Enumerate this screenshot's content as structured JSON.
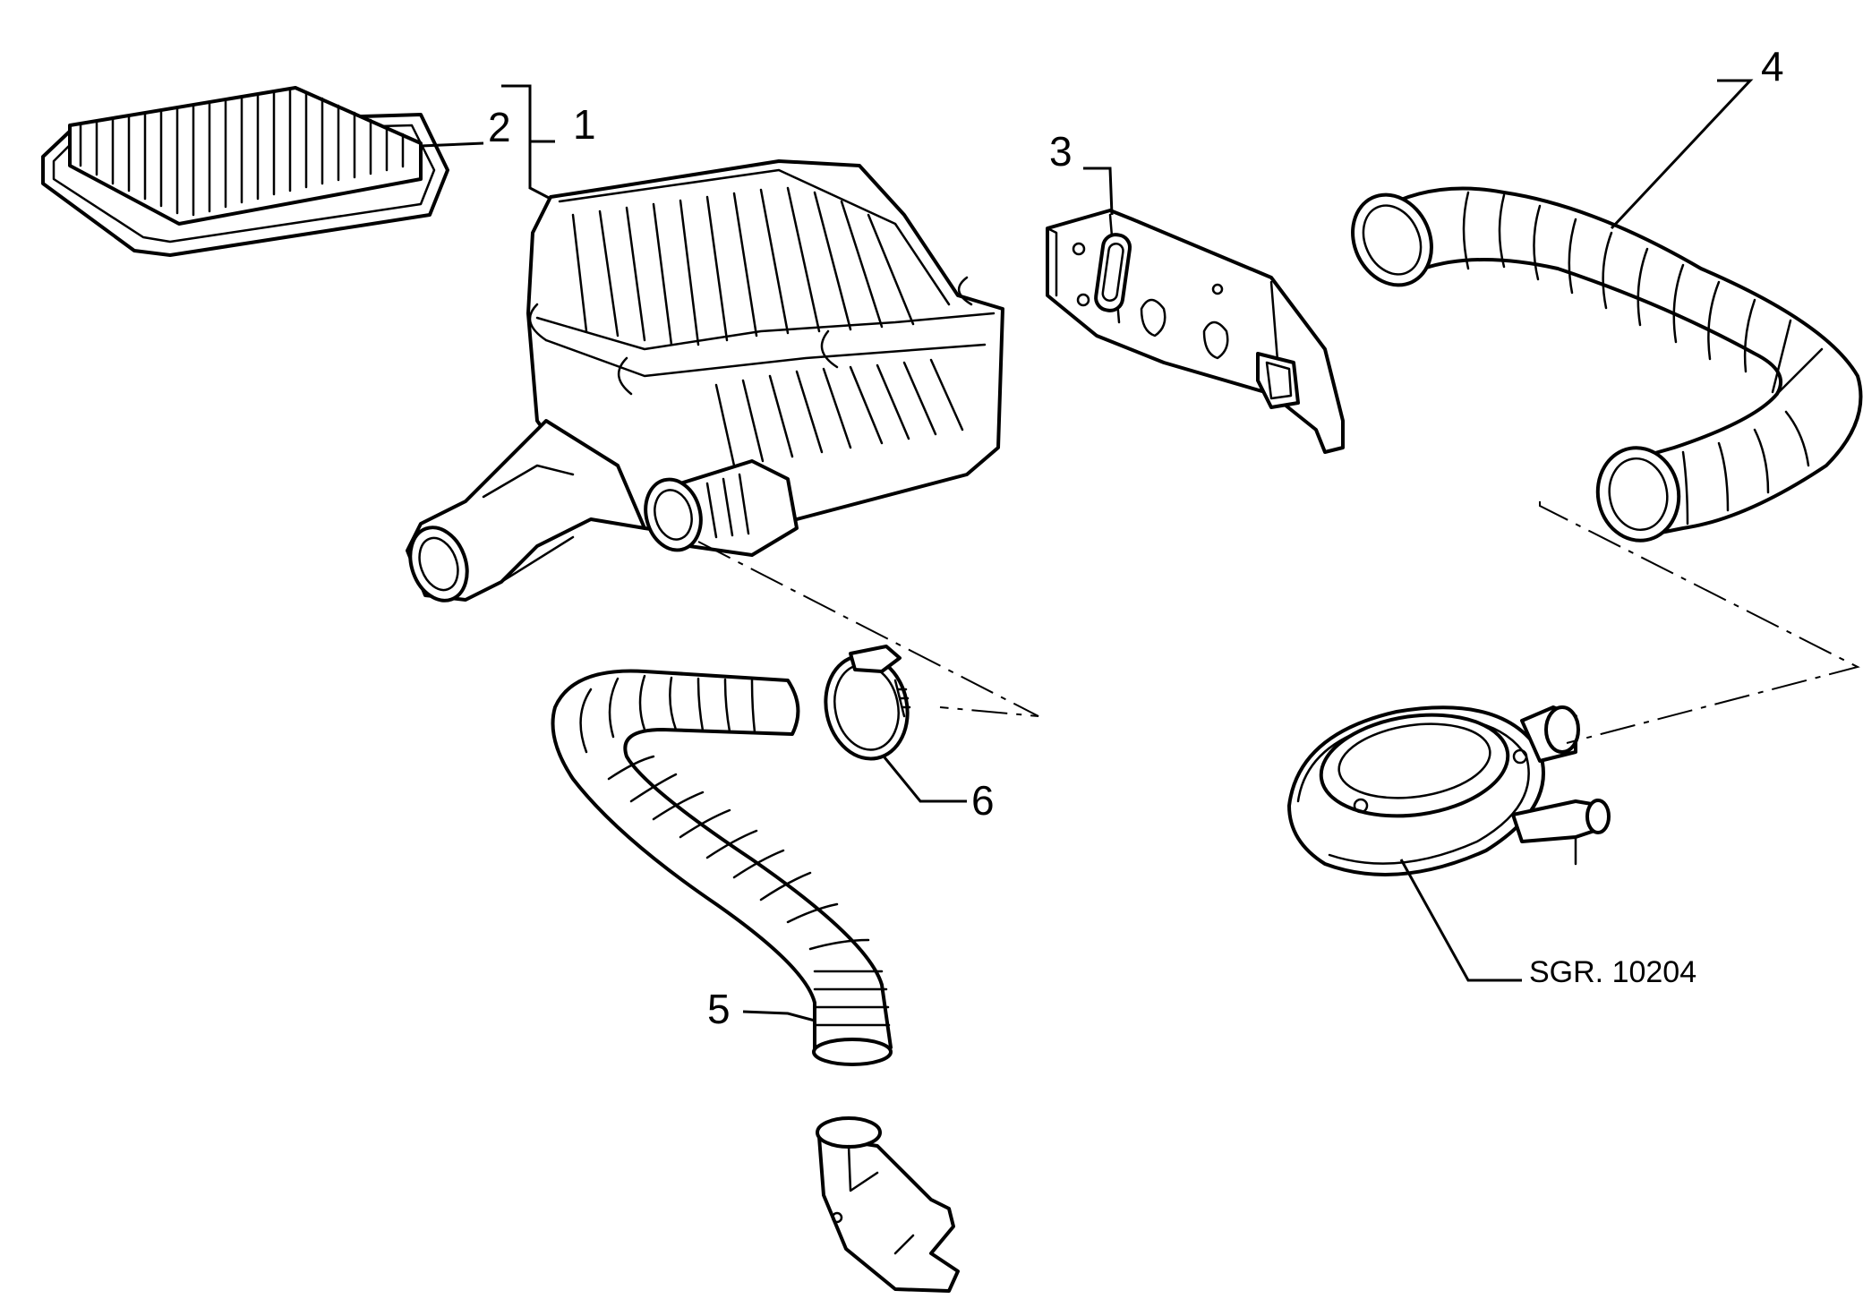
{
  "callouts": [
    {
      "id": "1",
      "label": "1"
    },
    {
      "id": "2",
      "label": "2"
    },
    {
      "id": "3",
      "label": "3"
    },
    {
      "id": "4",
      "label": "4"
    },
    {
      "id": "5",
      "label": "5"
    },
    {
      "id": "6",
      "label": "6"
    }
  ],
  "reference": "SGR. 10204"
}
